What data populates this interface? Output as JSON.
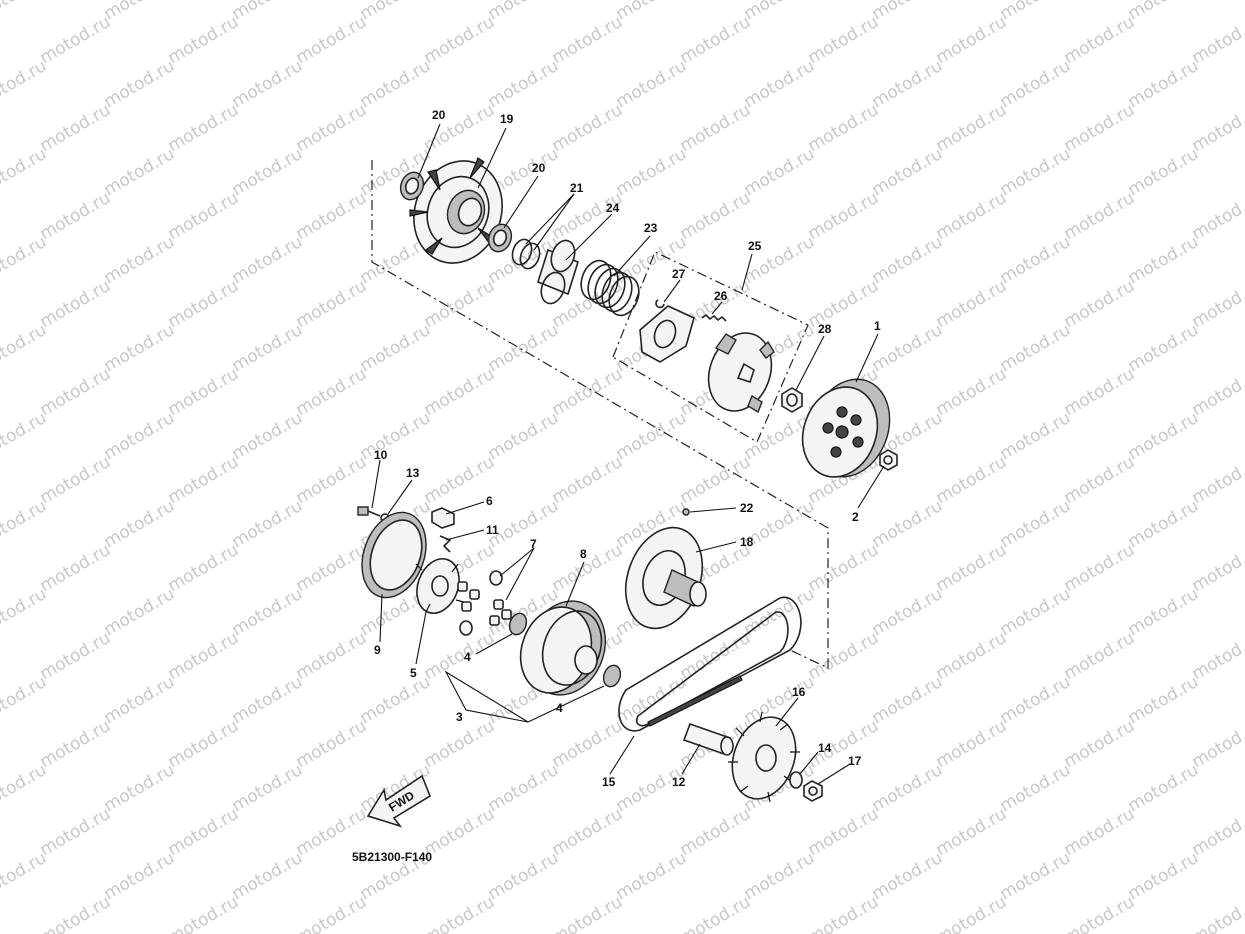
{
  "watermark": {
    "text": "motod.ru"
  },
  "drawing_id": "5B21300-F140",
  "fwd_label": "FWD",
  "callouts": [
    {
      "id": "c20a",
      "label": "20"
    },
    {
      "id": "c19",
      "label": "19"
    },
    {
      "id": "c20b",
      "label": "20"
    },
    {
      "id": "c21",
      "label": "21"
    },
    {
      "id": "c24",
      "label": "24"
    },
    {
      "id": "c23",
      "label": "23"
    },
    {
      "id": "c25",
      "label": "25"
    },
    {
      "id": "c27",
      "label": "27"
    },
    {
      "id": "c26",
      "label": "26"
    },
    {
      "id": "c28",
      "label": "28"
    },
    {
      "id": "c1",
      "label": "1"
    },
    {
      "id": "c2",
      "label": "2"
    },
    {
      "id": "c10",
      "label": "10"
    },
    {
      "id": "c13",
      "label": "13"
    },
    {
      "id": "c6",
      "label": "6"
    },
    {
      "id": "c11",
      "label": "11"
    },
    {
      "id": "c7",
      "label": "7"
    },
    {
      "id": "c8",
      "label": "8"
    },
    {
      "id": "c22",
      "label": "22"
    },
    {
      "id": "c18",
      "label": "18"
    },
    {
      "id": "c9",
      "label": "9"
    },
    {
      "id": "c5",
      "label": "5"
    },
    {
      "id": "c4a",
      "label": "4"
    },
    {
      "id": "c3",
      "label": "3"
    },
    {
      "id": "c4b",
      "label": "4"
    },
    {
      "id": "c16",
      "label": "16"
    },
    {
      "id": "c14",
      "label": "14"
    },
    {
      "id": "c17",
      "label": "17"
    },
    {
      "id": "c15",
      "label": "15"
    },
    {
      "id": "c12",
      "label": "12"
    }
  ]
}
